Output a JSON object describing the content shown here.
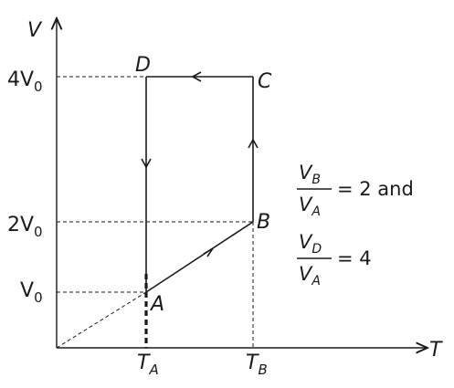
{
  "axes": {
    "y_label": "V",
    "x_label": "T",
    "y_ticks": [
      {
        "main": "4V",
        "sub": "0"
      },
      {
        "main": "2V",
        "sub": "0"
      },
      {
        "main": "V",
        "sub": "0"
      }
    ],
    "x_ticks": [
      {
        "main": "T",
        "sub": "A"
      },
      {
        "main": "T",
        "sub": "B"
      }
    ]
  },
  "points": {
    "A": "A",
    "B": "B",
    "C": "C",
    "D": "D"
  },
  "relations": {
    "eq1": {
      "num_main": "V",
      "num_sub": "B",
      "den_main": "V",
      "den_sub": "A",
      "rhs": "= 2 and"
    },
    "eq2": {
      "num_main": "V",
      "num_sub": "D",
      "den_main": "V",
      "den_sub": "A",
      "rhs": "= 4"
    }
  },
  "colors": {
    "ink": "#1a1a1a"
  }
}
